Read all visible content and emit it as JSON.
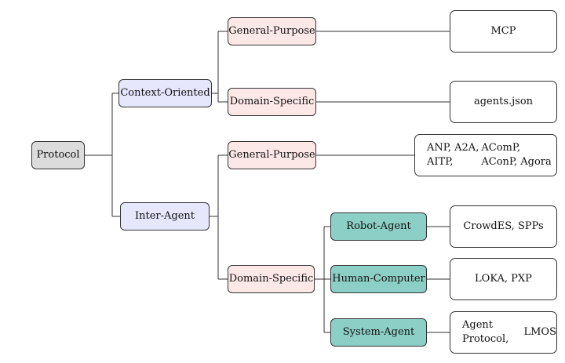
{
  "root": {
    "label": "Protocol"
  },
  "categories": {
    "context_oriented": {
      "label": "Context-Oriented",
      "general_purpose": {
        "label": "General-Purpose",
        "examples": "MCP"
      },
      "domain_specific": {
        "label": "Domain-Specific",
        "examples": "agents.json"
      }
    },
    "inter_agent": {
      "label": "Inter-Agent",
      "general_purpose": {
        "label": "General-Purpose",
        "examples_line1": "ANP, A2A, AITP,",
        "examples_line2": "AComP, AConP, Agora"
      },
      "domain_specific": {
        "label": "Domain-Specific",
        "robot_agent": {
          "label": "Robot-Agent",
          "examples": "CrowdES, SPPs"
        },
        "human_computer": {
          "label": "Human-Computer",
          "examples": "LOKA, PXP"
        },
        "system_agent": {
          "label": "System-Agent",
          "examples_line1": "Agent Protocol,",
          "examples_line2": "LMOS"
        }
      }
    }
  },
  "colors": {
    "root_fill": "#dcdcdc",
    "category_fill": "#e6e6fc",
    "scope_fill": "#fde8e8",
    "subdomain_fill": "#8ccfc6",
    "leaf_fill": "#ffffff",
    "line": "#333333"
  }
}
